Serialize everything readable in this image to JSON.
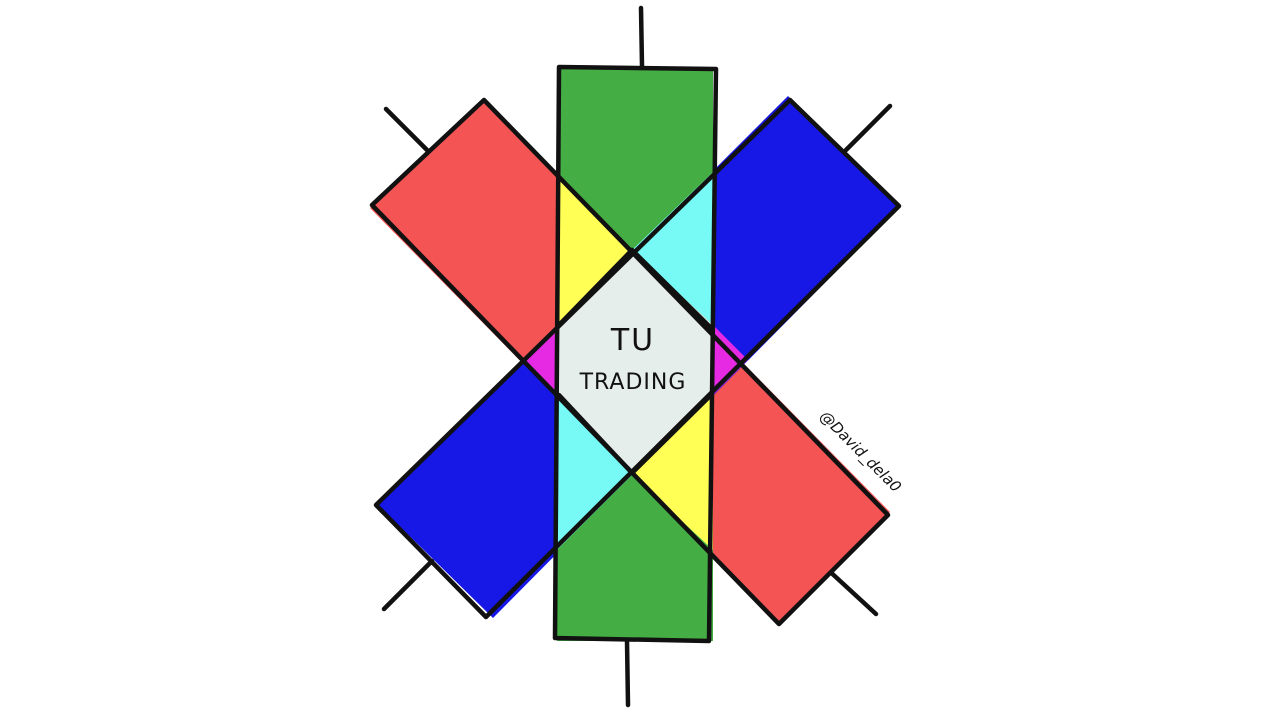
{
  "logo": {
    "title_line1": "TU",
    "title_line2": "TRADING",
    "credit": "@David_dela0"
  },
  "colors": {
    "green": "#44ae44",
    "red": "#f55454",
    "blue": "#1717e6",
    "yellow": "#ffff55",
    "cyan": "#77f9f6",
    "magenta": "#e629e3",
    "center": "#e6eeeb",
    "ink": "#111111",
    "background": "#ffffff"
  }
}
